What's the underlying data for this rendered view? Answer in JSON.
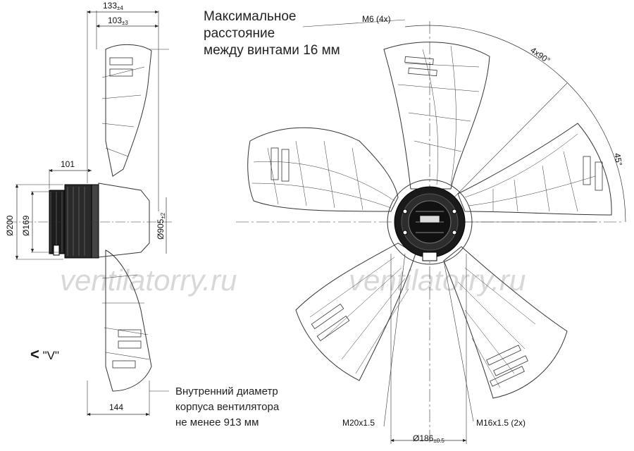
{
  "notes": {
    "top": [
      "Максимальное",
      "расстояние",
      "между винтами 16 мм"
    ],
    "bottom": [
      "Внутренний диаметр",
      "корпуса вентилятора",
      "не менее 913 мм"
    ]
  },
  "view_marker": {
    "arrow": "<",
    "label": "\"V\""
  },
  "watermark": "ventilatorry.ru",
  "dimensions": {
    "depth_133": "133",
    "depth_133_tol": "±4",
    "depth_103": "103",
    "depth_103_tol": "±3",
    "motor_101": "101",
    "dia_200": "Ø200",
    "dia_169": "Ø169",
    "dia_905": "Ø905",
    "dia_905_tol": "±2",
    "base_144": "144",
    "m6": "M6 (4x)",
    "angle_4x90": "4x90°",
    "angle_45": "45°",
    "m20": "M20x1.5",
    "m16": "M16x1.5 (2x)",
    "dia_186": "Ø186",
    "dia_186_tol": "±0.5"
  },
  "colors": {
    "line": "#333333",
    "dim": "#222222",
    "watermark": "#d8d8d8"
  }
}
